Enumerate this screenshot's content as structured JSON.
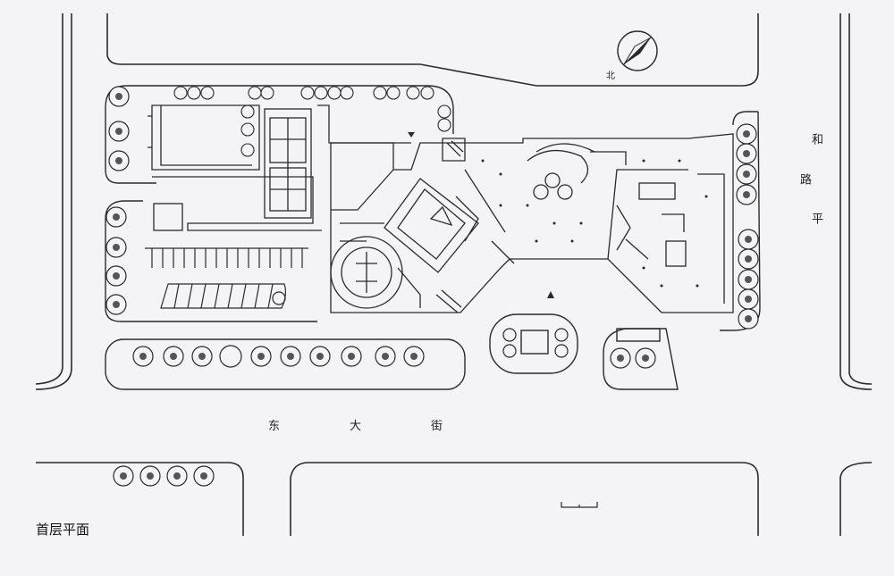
{
  "plan": {
    "title": "首层平面",
    "streets": {
      "east": "和平路",
      "south": "东大街"
    },
    "north_label": "北"
  },
  "colors": {
    "paper": "#f4f4f6",
    "ink": "#2a2a2a"
  }
}
